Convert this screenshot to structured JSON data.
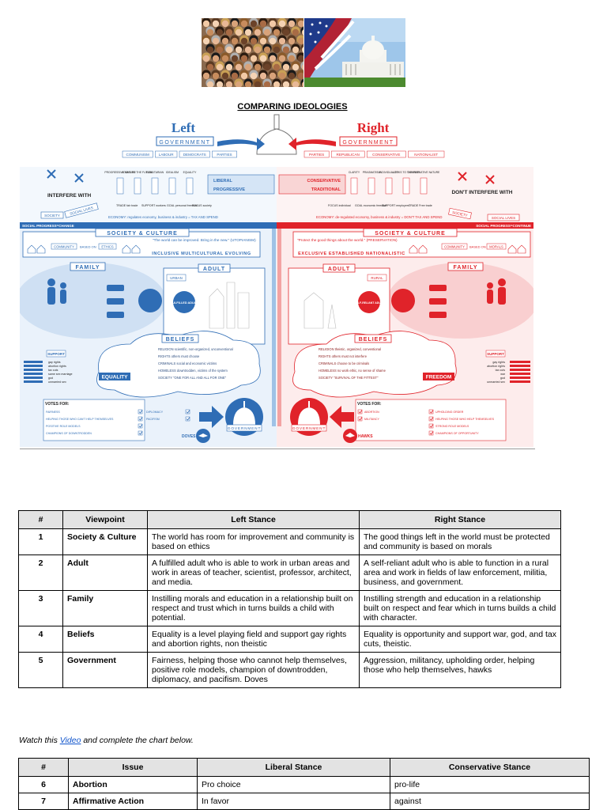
{
  "infographic": {
    "title": "COMPARING IDEOLOGIES",
    "left_title": "Left",
    "right_title": "Right",
    "government_label": "GOVERNMENT",
    "left_parties": [
      "COMMUNISM",
      "LABOUR",
      "DEMOCRATS",
      "PARTIES"
    ],
    "right_parties": [
      "PARTIES",
      "REPUBLICAN",
      "CONSERVATIVE",
      "NATIONALIST"
    ],
    "left_pillars": [
      "PROGRESSIVE NATURE",
      "LOOKS TO THE FUTURE",
      "EGALITARIAN",
      "IDEALISM",
      "EQUALITY"
    ],
    "right_pillars": [
      "CLARITY",
      "PRAGMATISM",
      "INDIVIDUALITY",
      "LOOKS TO THE PAST",
      "CONSERVATIVE NATURE"
    ],
    "liberal_label": "LIBERAL",
    "progressive_label": "PROGRESSIVE",
    "conservative_label": "CONSERVATIVE",
    "traditional_label": "TRADITIONAL",
    "left_focus": [
      "TRADE fair trade",
      "SUPPORT workers",
      "GOAL personal freedom",
      "FOCUS society"
    ],
    "right_focus": [
      "FOCUS individual",
      "GOAL economic freedom",
      "SUPPORT employers",
      "TRADE Free trade"
    ],
    "left_economy": "ECONOMY: regulates economy, business & industry = TAX AND SPEND",
    "right_economy": "ECONOMY: de-regulated economy, business & industry = DON'T TAX AND SPEND",
    "interfere_left": "INTERFERE WITH",
    "interfere_right": "DON'T INTERFERE WITH",
    "society_word": "SOCIETY",
    "social_lives": "SOCIAL LIVES",
    "social_progress_left": "SOCIAL PROGRESS=CHANGE",
    "social_progress_right": "SOCIAL PROGRESS=CONTINUE",
    "society_culture": "SOCIETY & CULTURE",
    "left_quote": "\"The world can be improved. Bring in the new.\" (UTOPIANISM)",
    "right_quote": "\"Protect the good things about the world.\" (PRESERVATION)",
    "left_community": "COMMUNITY",
    "left_based_on": "BASED ON",
    "left_ethics": "ETHICS",
    "right_community": "COMMUNITY",
    "right_based_on": "BASED ON",
    "right_morals": "MORALS",
    "left_traits": "INCLUSIVE MULTICULTURAL EVOLVING",
    "right_traits": "EXCLUSIVE ESTABLISHED NATIONALISTIC",
    "family": "FAMILY",
    "adult": "ADULT",
    "urban": "URBAN",
    "rural": "RURAL",
    "fulfilled_adult": "FULFILLED ADULT",
    "self_reliant_adult": "SELF-RELIANT ADULT",
    "beliefs": "BELIEFS",
    "support": "SUPPORT",
    "left_support": [
      "gay rights",
      "abortion rights",
      "tax cuts",
      "same sex marriage",
      "god",
      "unmarried sex"
    ],
    "right_support": [
      "gay rights",
      "abortion rights",
      "tax cuts",
      "war",
      "god",
      "unmarried sex"
    ],
    "left_beliefs": [
      "RELIGION scientific, non-organized, unconventional",
      "RIGHTS others must choose",
      "CRIMINALS social and economic victims",
      "HOMELESS downtrodden, victims of the system",
      "SOCIETY \"ONE FOR ALL AND ALL FOR ONE\""
    ],
    "right_beliefs": [
      "RELIGION theistic, organized, conventional",
      "RIGHTS others must not interfere",
      "CRIMINALS choose to be criminals",
      "HOMELESS no work ethic, no sense of shame",
      "SOCIETY \"SURVIVAL OF THE FITTEST\""
    ],
    "equality": "EQUALITY",
    "freedom": "FREEDOM",
    "votes_for": "VOTES FOR:",
    "left_votes": [
      "FAIRNESS",
      "HELPING THOSE WHO CAN'T HELP THEMSELVES",
      "POSITIVE ROLE MODELS",
      "CHAMPIONS OF DOWNTRODDEN"
    ],
    "left_votes2": [
      "DIPLOMACY",
      "PACIFISM"
    ],
    "right_votes": [
      "ABORTION",
      "MILITANCY"
    ],
    "right_votes2": [
      "UPHOLDING ORDER",
      "HELPING THOSE WHO HELP THEMSELVES",
      "STRONG ROLE MODELS",
      "CHAMPIONS OF OPPORTUNITY"
    ],
    "doves": "DOVES",
    "hawks": "HAWKS",
    "color_left": "#2f6db5",
    "color_right": "#e0232a"
  },
  "table1": {
    "headers": [
      "#",
      "Viewpoint",
      "Left Stance",
      "Right Stance"
    ],
    "rows": [
      {
        "num": "1",
        "viewpoint": "Society & Culture",
        "left": "The world has room for improvement and community is based on ethics",
        "right": "The good things left in the world must be protected and community is based on morals"
      },
      {
        "num": "2",
        "viewpoint": "Adult",
        "left": "A fulfilled adult who is able to work in urban areas and work in areas of teacher, scientist, professor, architect, and media.",
        "right": "A self-reliant adult who is able to function in a rural area and work in fields of law enforcement, militia, business, and government."
      },
      {
        "num": "3",
        "viewpoint": "Family",
        "left": "Instilling morals and education in a relationship built on respect and trust which in turns builds a child with potential.",
        "right": "Instilling strength and education in a relationship built on respect and fear which in turns builds a child with character."
      },
      {
        "num": "4",
        "viewpoint": "Beliefs",
        "left": "Equality is a level playing field and support gay rights and abortion rights, non theistic",
        "right": "Equality is opportunity and support war, god, and tax cuts, theistic."
      },
      {
        "num": "5",
        "viewpoint": "Government",
        "left": "Fairness, helping those who cannot help themselves, positive role models, champion of downtrodden, diplomacy, and pacifism. Doves",
        "right": "Aggression, militancy, upholding order, helping those who help themselves, hawks"
      }
    ]
  },
  "watch": {
    "prefix": "Watch this ",
    "link": "Video",
    "suffix": " and complete the chart below."
  },
  "table2": {
    "headers": [
      "#",
      "Issue",
      "Liberal Stance",
      "Conservative Stance"
    ],
    "rows": [
      {
        "num": "6",
        "issue": "Abortion",
        "liberal": "Pro choice",
        "conservative": "pro-life"
      },
      {
        "num": "7",
        "issue": "Affirmative Action",
        "liberal": "In favor",
        "conservative": "against"
      }
    ]
  }
}
